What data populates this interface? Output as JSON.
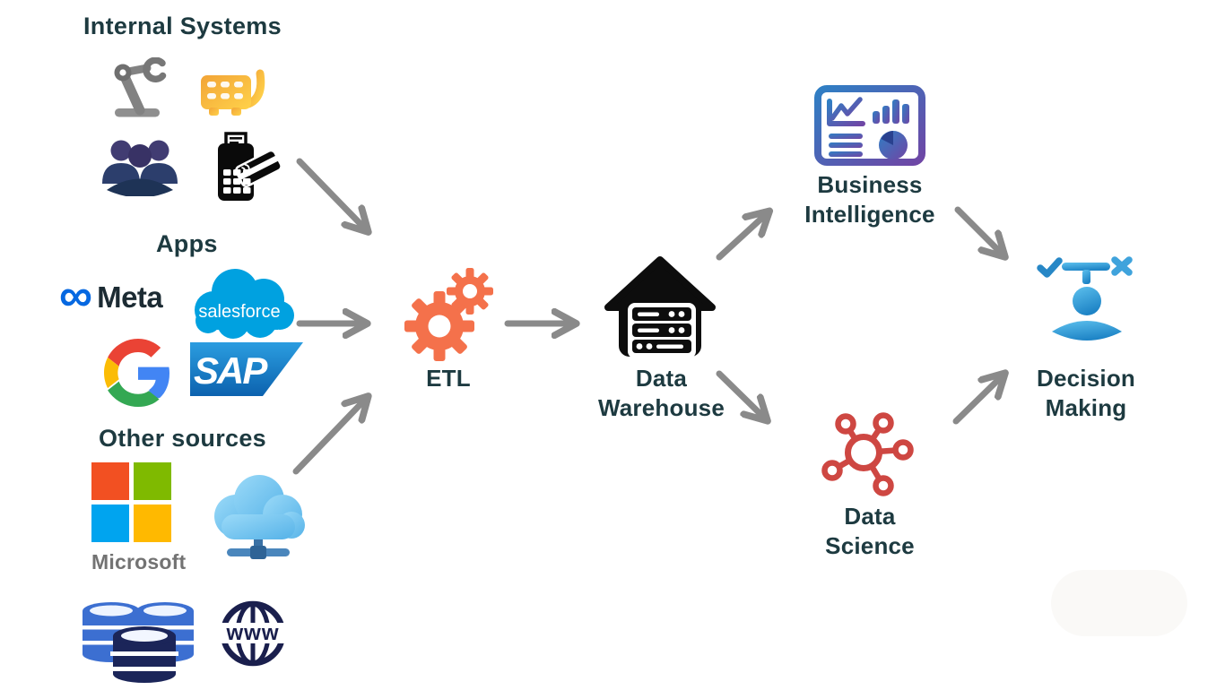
{
  "groups": {
    "internal_systems": "Internal Systems",
    "apps": "Apps",
    "other_sources": "Other sources"
  },
  "nodes": {
    "etl": "ETL",
    "data_warehouse": "Data\nWarehouse",
    "business_intelligence": "Business\nIntelligence",
    "data_science": "Data\nScience",
    "decision_making": "Decision\nMaking"
  },
  "logos": {
    "meta_infinity": "∞",
    "meta": "Meta",
    "salesforce": "salesforce",
    "sap": "SAP",
    "microsoft": "Microsoft",
    "www": "www"
  },
  "flows": [
    {
      "from": "internal_systems",
      "to": "etl"
    },
    {
      "from": "apps",
      "to": "etl"
    },
    {
      "from": "other_sources",
      "to": "etl"
    },
    {
      "from": "etl",
      "to": "data_warehouse"
    },
    {
      "from": "data_warehouse",
      "to": "business_intelligence"
    },
    {
      "from": "data_warehouse",
      "to": "data_science"
    },
    {
      "from": "business_intelligence",
      "to": "decision_making"
    },
    {
      "from": "data_science",
      "to": "decision_making"
    }
  ],
  "icons": {
    "robot-arm-icon": "industrial robot arm",
    "shopping-cart-icon": "shopping cart",
    "team-icon": "group of people",
    "pos-terminal-icon": "card payment terminal",
    "meta-logo": "Meta infinity logo",
    "salesforce-logo": "Salesforce cloud logo",
    "google-logo": "Google G logo",
    "sap-logo": "SAP logo",
    "microsoft-logo": "Microsoft four squares logo",
    "cloud-network-icon": "cloud with network connector",
    "database-icon": "stacked database cylinders",
    "www-globe-icon": "globe with www",
    "gears-icon": "two process gears",
    "warehouse-icon": "warehouse building with servers",
    "bi-dashboard-icon": "dashboard with charts",
    "network-graph-icon": "connected nodes graph",
    "decision-person-icon": "person with check and cross signpost",
    "flow-arrow-icon": "gray flow arrow"
  },
  "colors": {
    "heading_text": "#1d3a40",
    "arrow_gray": "#8a8a8a",
    "etl_gear_orange": "#f4714b",
    "warehouse_black": "#0d0d0d",
    "bi_gradient_start": "#2f7fc4",
    "bi_gradient_end": "#6f46a5",
    "data_science_red": "#ce4742",
    "decision_blue_light": "#55bdec",
    "decision_blue_dark": "#1e84c6",
    "meta_blue": "#0668e1",
    "salesforce_blue": "#00a1e0",
    "sap_blue_top": "#2b9de0",
    "sap_blue_bottom": "#0c62ae",
    "google_blue": "#4285f4",
    "google_red": "#ea4335",
    "google_yellow": "#fbbc05",
    "google_green": "#34a853",
    "microsoft_red": "#f25022",
    "microsoft_green": "#7fba00",
    "microsoft_blue": "#00a4ef",
    "microsoft_yellow": "#ffb900",
    "microsoft_text": "#737373",
    "cloud_blue": "#8fd4f6",
    "database_blue": "#3c6fd1",
    "database_navy": "#1b2559",
    "www_navy": "#1a1f4d",
    "cart_yellow": "#f8b63c",
    "people_navy": "#2c3e6c",
    "robot_gray": "#828282",
    "pos_black": "#0a0a0a"
  }
}
